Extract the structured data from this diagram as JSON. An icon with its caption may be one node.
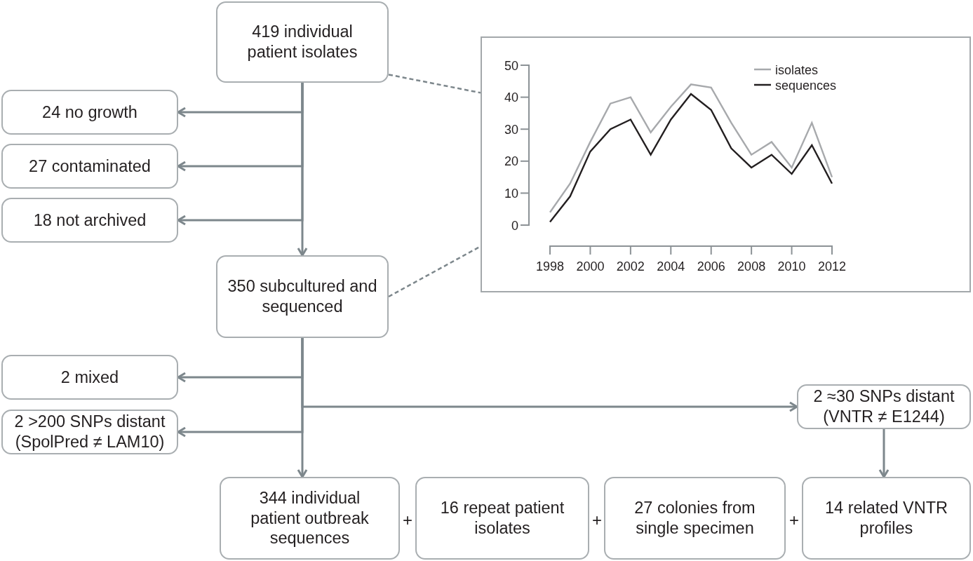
{
  "diagram": {
    "nodes": [
      {
        "text": [
          "419 individual patient isolates"
        ]
      },
      {
        "text": [],
        "shape": "box"
      },
      {
        "text": [
          "24 no growth"
        ]
      },
      {
        "text": [
          "27 contaminated"
        ]
      },
      {
        "text": [
          "18 not archived"
        ]
      },
      {
        "text": [
          "350 subcultured and sequenced"
        ]
      },
      {
        "text": [
          "2 mixed"
        ]
      },
      {
        "text": [
          "2 >200 SNPs distant (SpolPred ≠ LAM10)"
        ]
      },
      {
        "text": [
          "2 ≈30 SNPs distant (VNTR ≠ E1244)"
        ]
      },
      {
        "text": [
          "344 individual patient outbreak sequences"
        ]
      },
      {
        "text": [
          "16 repeat patient isolates"
        ]
      },
      {
        "text": [
          "27 colonies from single specimen"
        ]
      },
      {
        "text": [
          "14 related VNTR profiles"
        ]
      }
    ],
    "edges": [
      {
        "from": 0,
        "to": 2,
        "arrow": "to"
      },
      {
        "from": 0,
        "to": 3,
        "arrow": "to"
      },
      {
        "from": 0,
        "to": 4,
        "arrow": "to"
      },
      {
        "from": 0,
        "to": 5,
        "arrow": "to"
      },
      {
        "from": 5,
        "to": 6,
        "arrow": "to"
      },
      {
        "from": 5,
        "to": 7,
        "arrow": "to"
      },
      {
        "from": 5,
        "to": 8,
        "arrow": "to"
      },
      {
        "from": 5,
        "to": 9,
        "arrow": "to"
      },
      {
        "from": 8,
        "to": 12,
        "arrow": "to"
      },
      {
        "from": 0,
        "to": 1,
        "arrow": "none",
        "style": "dashed"
      },
      {
        "from": 5,
        "to": 1,
        "arrow": "none",
        "style": "dashed"
      }
    ],
    "labels": [
      "+",
      "+",
      "+"
    ],
    "chart_data": {
      "type": "line",
      "x": [
        1998,
        1999,
        2000,
        2001,
        2002,
        2003,
        2004,
        2005,
        2006,
        2007,
        2008,
        2009,
        2010,
        2011,
        2012
      ],
      "series": [
        {
          "name": "isolates",
          "color": "#a7a9ac",
          "values": [
            4,
            13,
            26,
            38,
            40,
            29,
            37,
            44,
            43,
            32,
            22,
            26,
            18,
            32,
            15
          ]
        },
        {
          "name": "sequences",
          "color": "#231f20",
          "values": [
            1,
            9,
            23,
            30,
            33,
            22,
            33,
            41,
            36,
            24,
            18,
            22,
            16,
            25,
            13
          ]
        }
      ],
      "xlim": [
        1998,
        2012
      ],
      "ylim": [
        0,
        50
      ],
      "xticks": [
        1998,
        2000,
        2002,
        2004,
        2006,
        2008,
        2010,
        2012
      ],
      "yticks": [
        0,
        10,
        20,
        30,
        40,
        50
      ],
      "legend": "upper right"
    }
  }
}
